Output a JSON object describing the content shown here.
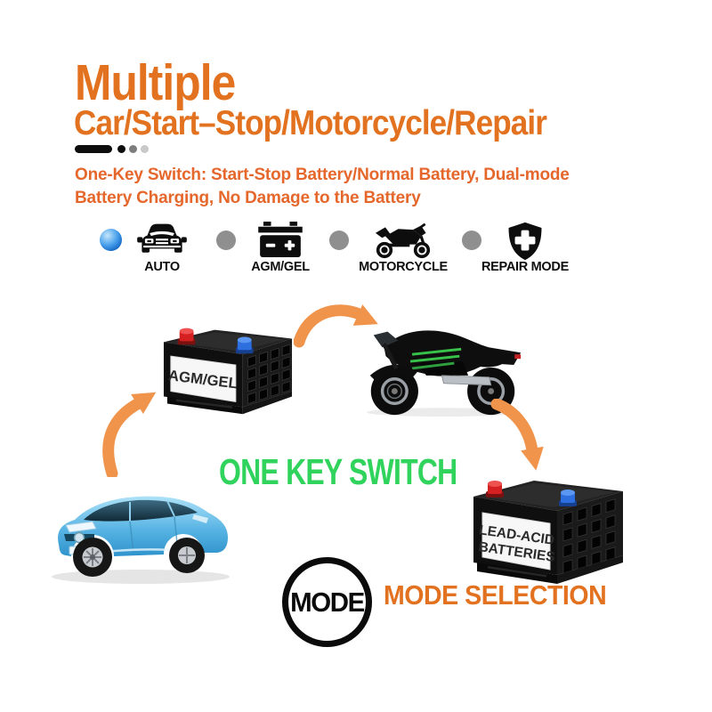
{
  "header": {
    "title": "Multiple",
    "subtitle": "Car/Start–Stop/Motorcycle/Repair",
    "description": "One-Key Switch: Start-Stop Battery/Normal Battery, Dual-mode Battery Charging, No Damage to the Battery"
  },
  "modes": {
    "items": [
      {
        "label": "AUTO",
        "icon": "car-front-icon",
        "selected": true
      },
      {
        "label": "AGM/GEL",
        "icon": "battery-icon",
        "selected": false
      },
      {
        "label": "MOTORCYCLE",
        "icon": "motorcycle-icon",
        "selected": false
      },
      {
        "label": "REPAIR MODE",
        "icon": "shield-plus-icon",
        "selected": false
      }
    ]
  },
  "diagram": {
    "top_battery_label": "AGM/GEL",
    "bottom_battery_label_line1": "LEAD-ACID",
    "bottom_battery_label_line2": "BATTERIES",
    "caption": "ONE KEY SWITCH"
  },
  "footer": {
    "mode_button_label": "MODE",
    "mode_selection_label": "MODE SELECTION"
  },
  "colors": {
    "accent_orange": "#e2721f",
    "arrow_orange": "#f0944c",
    "switch_green": "#30d35b",
    "active_dot_blue": "#1468c8",
    "inactive_dot_gray": "#8f8f8f",
    "black": "#0d0d0d"
  }
}
